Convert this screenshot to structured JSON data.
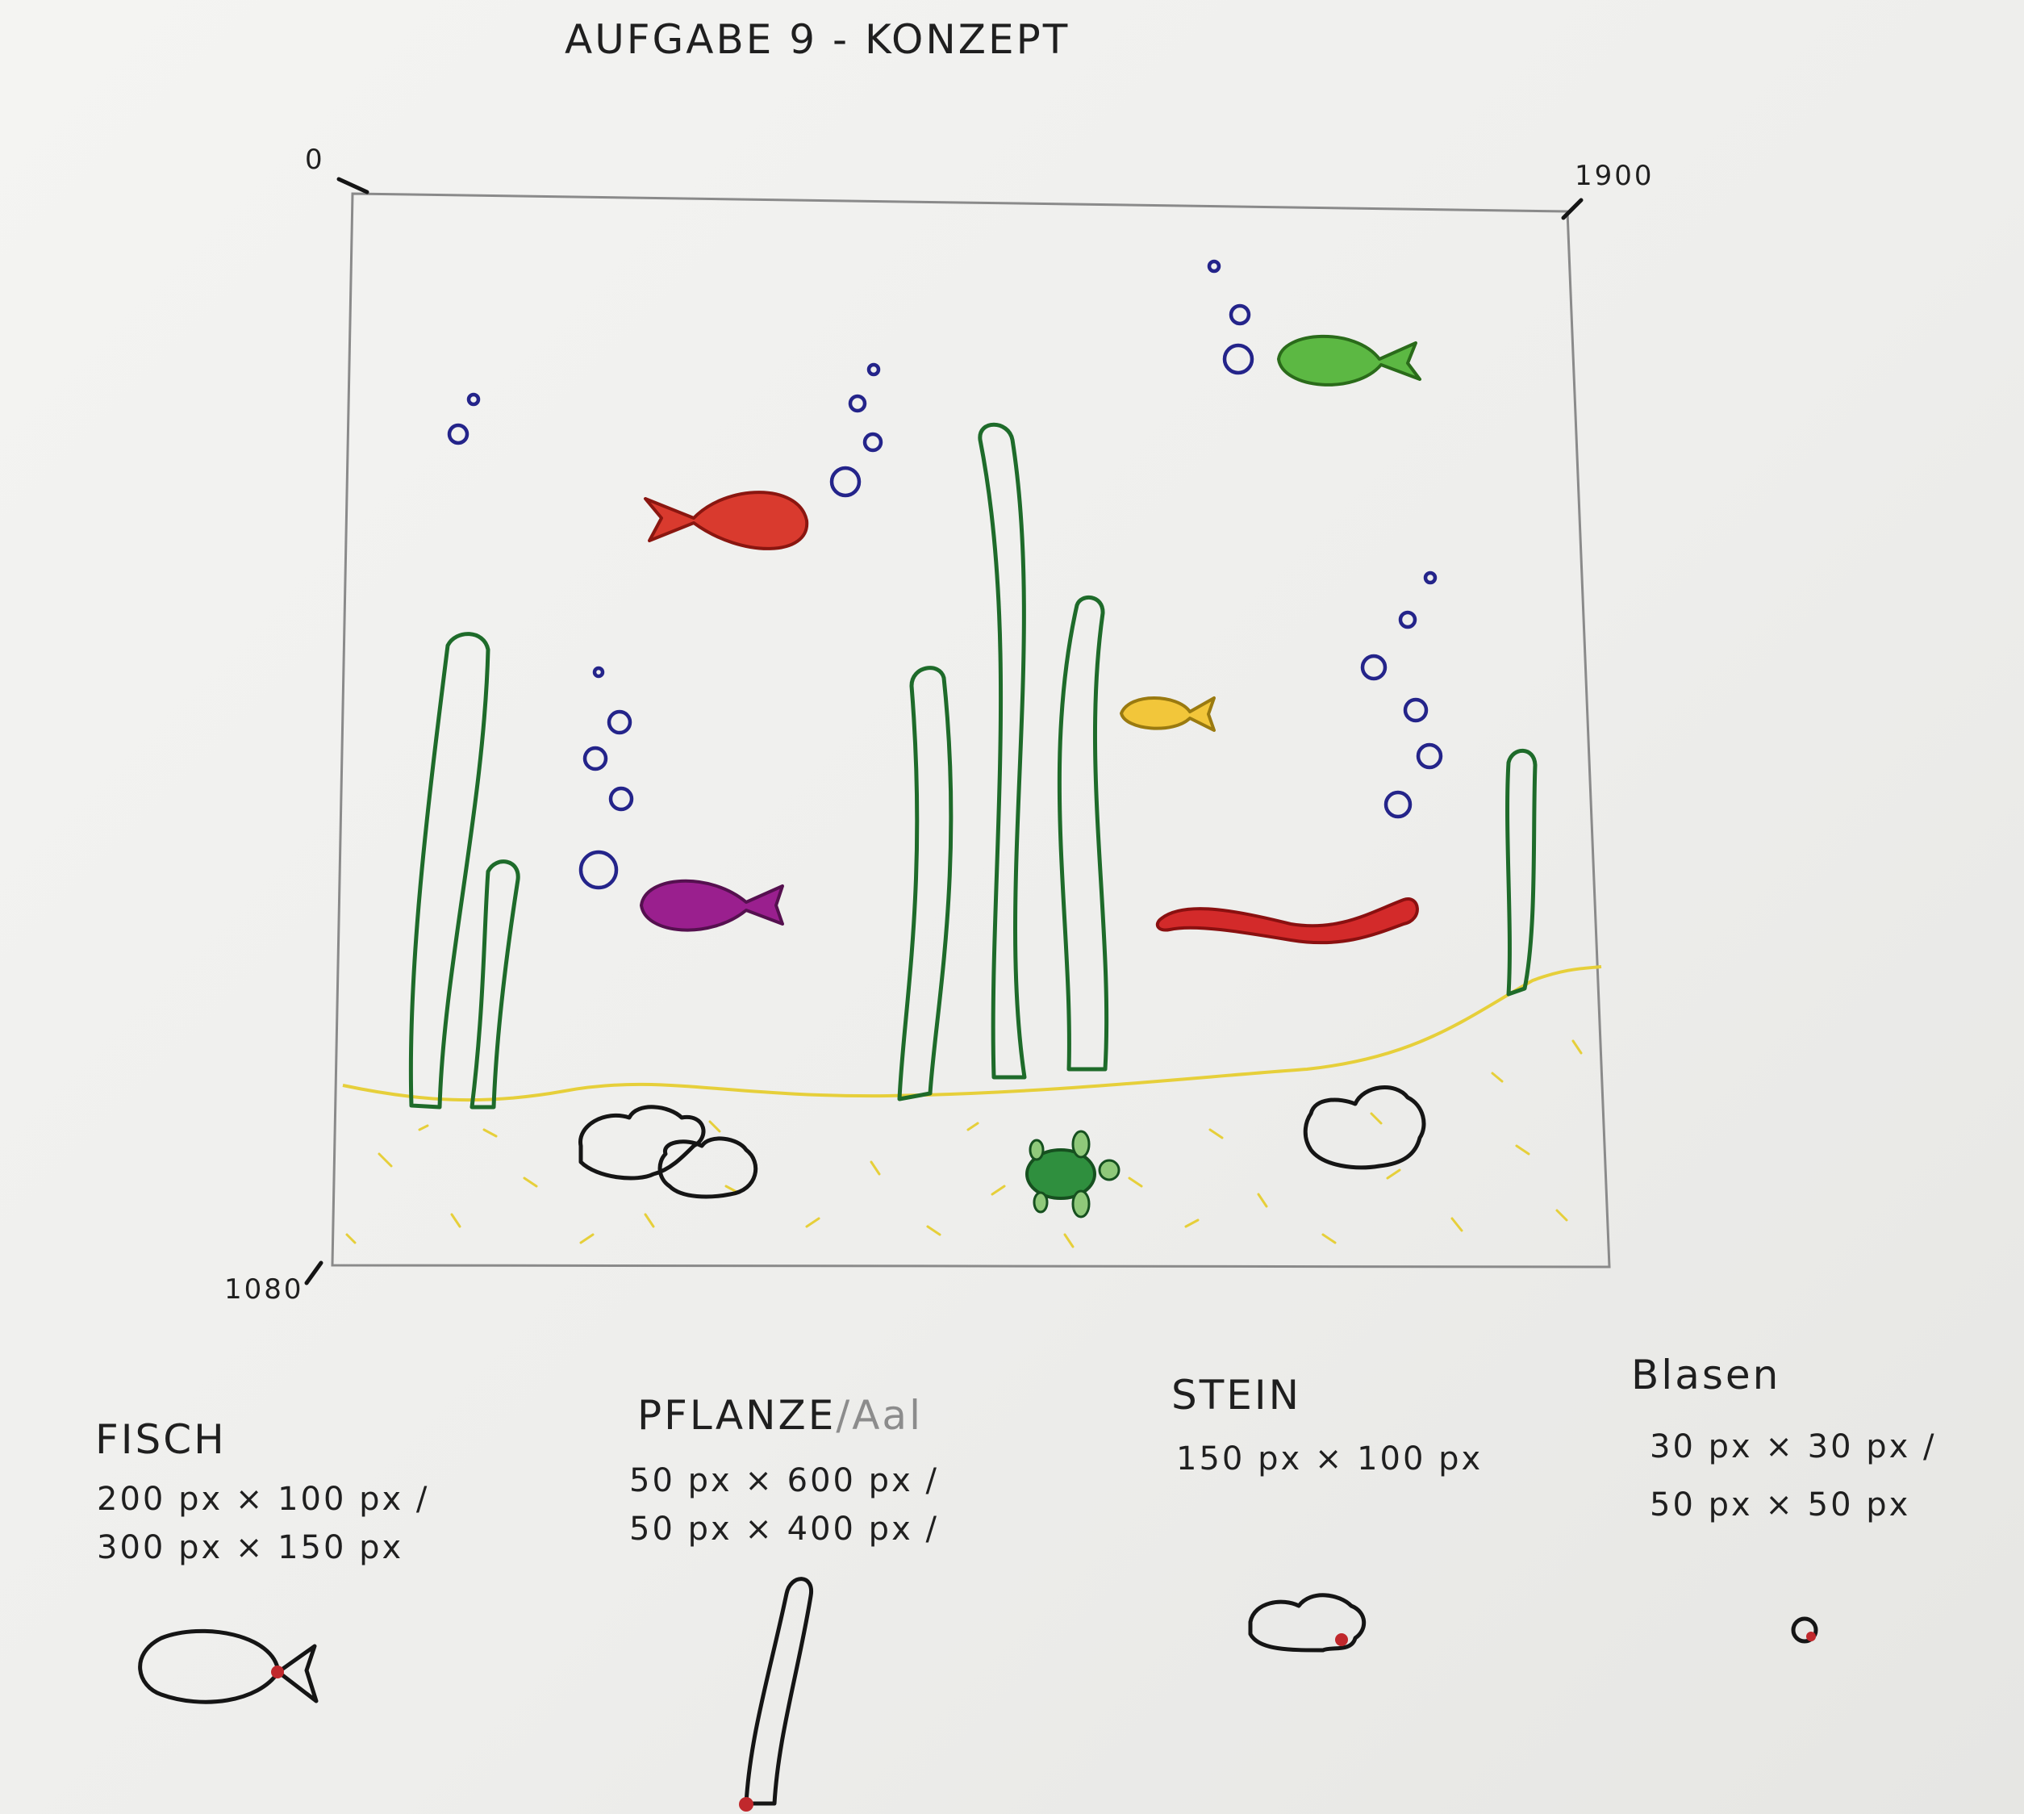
{
  "title": "AUFGABE 9 - KONZEPT",
  "canvas_labels": {
    "origin": "0",
    "width": "1900",
    "height": "1080"
  },
  "colors": {
    "plant": "#1e6b2a",
    "bubble": "#24248a",
    "sand": "#e6cf3a",
    "fish_red": "#d93a2e",
    "fish_green": "#5cb843",
    "fish_yellow": "#f2c63a",
    "fish_purple": "#9a1f8e",
    "eel": "#d32a2a",
    "turtle": "#2f8f3e",
    "anchor_dot": "#c0282c"
  },
  "legend": {
    "fish": {
      "title": "FISCH",
      "line1": "200 px × 100 px /",
      "line2": "300 px × 150 px",
      "icon": "fish-icon"
    },
    "plant": {
      "title": "PFLANZE",
      "title_extra": "/Aal",
      "line1": "50 px × 600 px /",
      "line2": "50 px × 400 px /",
      "icon": "plant-icon"
    },
    "stone": {
      "title": "STEIN",
      "line1": "150 px × 100 px",
      "icon": "stone-icon"
    },
    "bubbles": {
      "title": "Blasen",
      "line1": "30 px × 30 px /",
      "line2": "50 px × 50 px",
      "icon": "bubble-icon"
    }
  }
}
